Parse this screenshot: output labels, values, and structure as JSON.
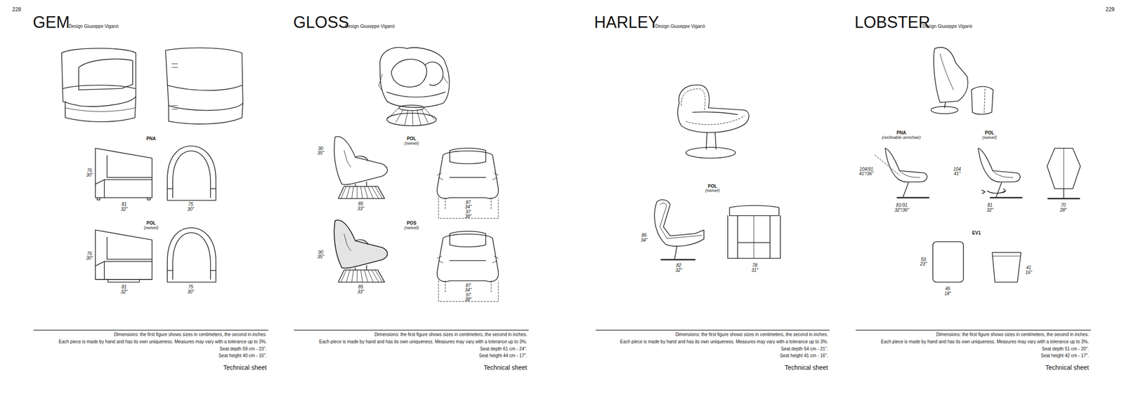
{
  "diagram": {
    "labels": [
      "228",
      "GEM",
      "Design Giuseppe Viganò",
      "PNA",
      "76",
      "30\"",
      "81",
      "32\"",
      "75",
      "30\"",
      "POL",
      "(swivel)",
      "76",
      "30\"",
      "81",
      "32\"",
      "75",
      "30\"",
      "Dimensions: the first figure shows sizes in centimeters, the second in inches.",
      "Each piece is made by hand and has its own uniqueness. Measures may vary with a tolerance up to 3%.",
      "Seat depth 59 cm - 23\".",
      "Seat height 40 cm - 16\".",
      "Technical sheet",
      "GLOSS",
      "Design Giuseppe Viganò",
      "POL",
      "(swivel)",
      "90",
      "35\"",
      "85",
      "33\"",
      "87",
      "34\"",
      "97",
      "38\"",
      "POS",
      "(swivel)",
      "90",
      "35\"",
      "85",
      "33\"",
      "87",
      "34\"",
      "97",
      "38\"",
      "Dimensions: the first figure shows sizes in centimeters, the second in inches.",
      "Each piece is made by hand and has its own uniqueness. Measures may vary with a tolerance up to 3%.",
      "Seat depth 61 cm - 24\".",
      "Seat height 44 cm - 17\".",
      "Technical sheet",
      "HARLEY",
      "Design Giuseppe Viganò",
      "POL",
      "(swivel)",
      "86",
      "34\"",
      "82",
      "32\"",
      "78",
      "31\"",
      "Dimensions: the first figure shows sizes in centimeters, the second in inches.",
      "Each piece is made by hand and has its own uniqueness. Measures may vary with a tolerance up to 3%.",
      "Seat depth 54 cm - 21\".",
      "Seat height 41 cm - 16\".",
      "Technical sheet",
      "LOBSTER",
      "Design Giuseppe Viganò",
      "PNA",
      "(reclinable armchair)",
      "POL",
      "(swivel)",
      "104/91",
      "41\"/36\"",
      "81/91",
      "32\"/36\"",
      "104",
      "41\"",
      "81",
      "32\"",
      "70",
      "28\"",
      "EV1",
      "59",
      "23\"",
      "45",
      "18\"",
      "41",
      "16\"",
      "Dimensions: the first figure shows sizes in centimeters, the second in inches.",
      "Each piece is made by hand and has its own uniqueness. Measures may vary with a tolerance up to 3%.",
      "Seat depth 51 cm - 20\".",
      "Seat height 42 cm - 17\".",
      "Technical sheet",
      "229"
    ]
  }
}
